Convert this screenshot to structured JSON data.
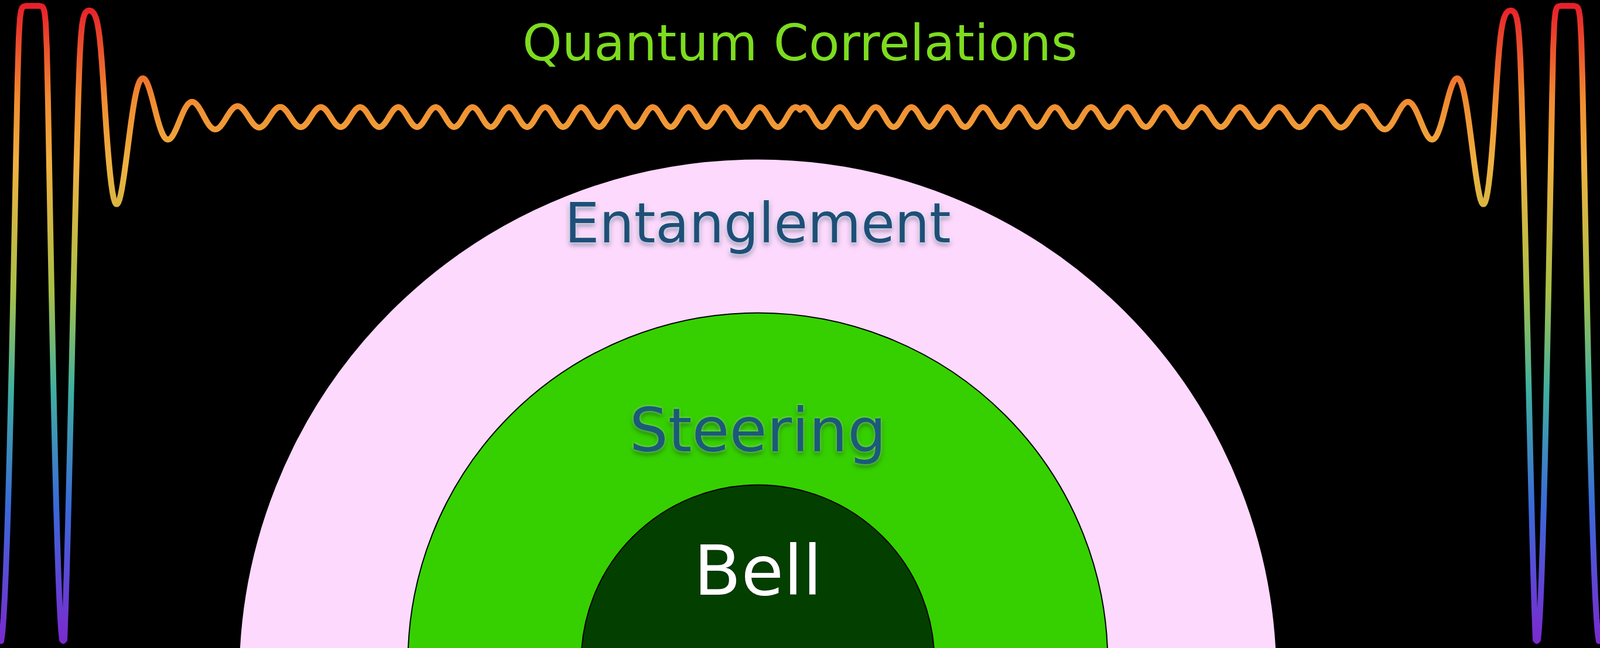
{
  "diagram": {
    "title": "Quantum Correlations",
    "nodes": [
      {
        "text": [
          "Entanglement"
        ]
      },
      {
        "text": [
          "Steering"
        ],
        "in": 0
      },
      {
        "text": [
          "Bell"
        ],
        "in": 1
      }
    ]
  }
}
